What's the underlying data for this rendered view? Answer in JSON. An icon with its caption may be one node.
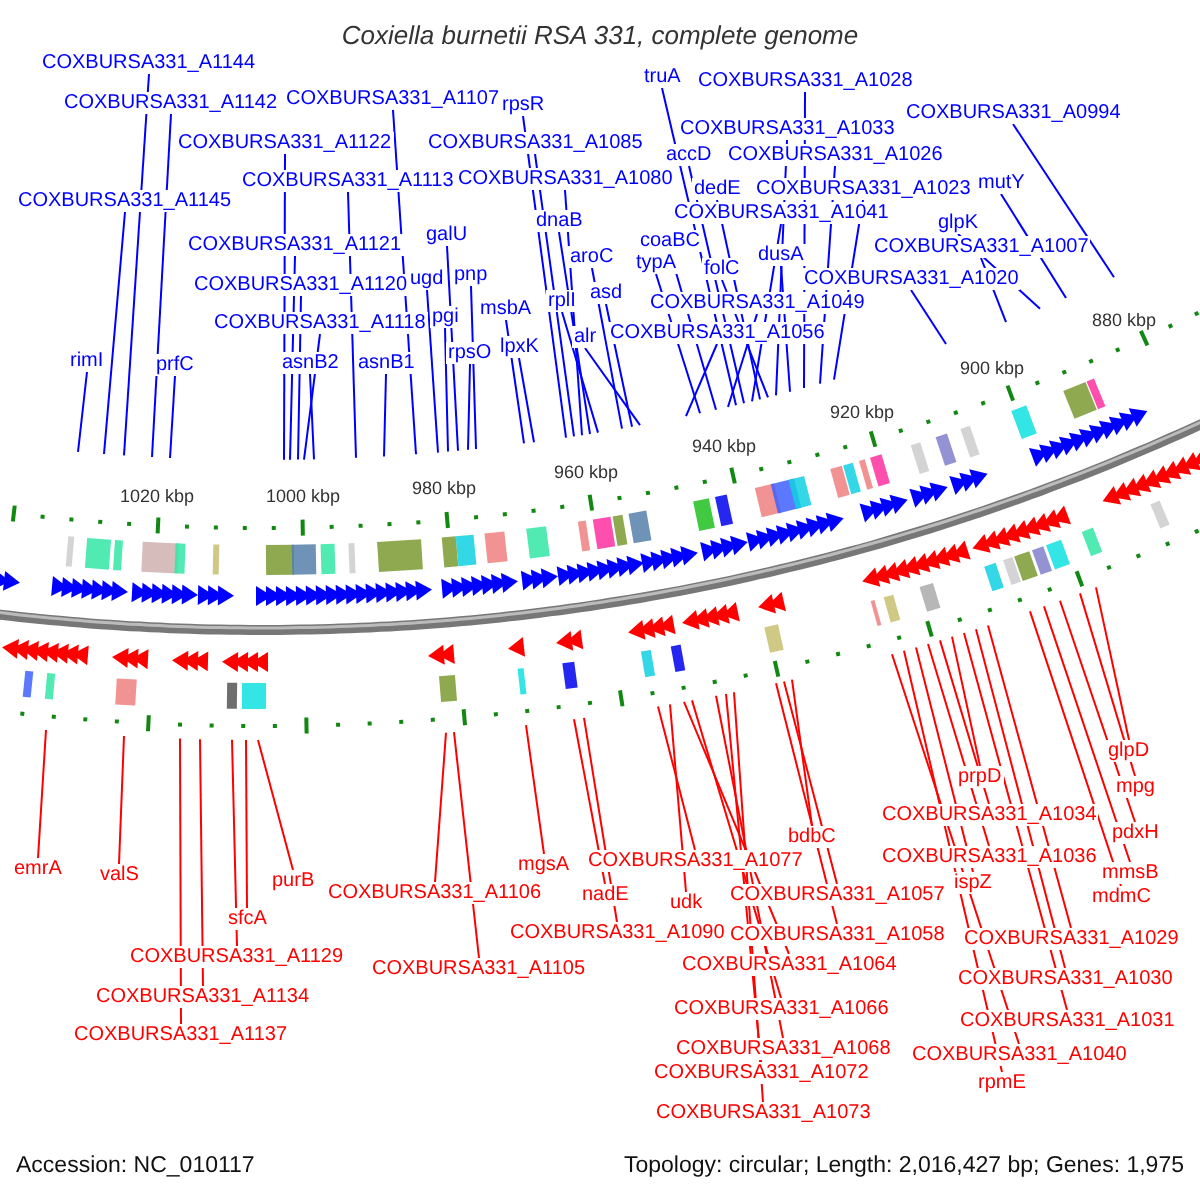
{
  "diagram": {
    "title": "Coxiella burnetii RSA 331, complete genome",
    "nodes": [
      {
        "text": [
          "COXBURSA331_A1144"
        ]
      },
      {
        "text": [
          "COXBURSA331_A1142"
        ]
      },
      {
        "text": [
          "COXBURSA331_A1145"
        ]
      },
      {
        "text": [
          "rimI"
        ]
      },
      {
        "text": [
          "prfC"
        ]
      },
      {
        "text": [
          "COXBURSA331_A1122"
        ]
      },
      {
        "text": [
          "COXBURSA331_A1121"
        ]
      },
      {
        "text": [
          "COXBURSA331_A1120"
        ]
      },
      {
        "text": [
          "COXBURSA331_A1118"
        ]
      },
      {
        "text": [
          "asnB2"
        ]
      },
      {
        "text": [
          "COXBURSA331_A1113"
        ]
      },
      {
        "text": [
          "asnB1"
        ]
      },
      {
        "text": [
          "COXBURSA331_A1107"
        ]
      },
      {
        "text": [
          "galU"
        ]
      },
      {
        "text": [
          "ugd"
        ]
      },
      {
        "text": [
          "pnp"
        ]
      },
      {
        "text": [
          "pgi"
        ]
      },
      {
        "text": [
          "msbA"
        ]
      },
      {
        "text": [
          "rpsO"
        ]
      },
      {
        "text": [
          "lpxK"
        ]
      },
      {
        "text": [
          "rpsR"
        ]
      },
      {
        "text": [
          "COXBURSA331_A1085"
        ]
      },
      {
        "text": [
          "COXBURSA331_A1080"
        ]
      },
      {
        "text": [
          "dnaB"
        ]
      },
      {
        "text": [
          "rplI"
        ]
      },
      {
        "text": [
          "aroC"
        ]
      },
      {
        "text": [
          "asd"
        ]
      },
      {
        "text": [
          "alr"
        ]
      },
      {
        "text": [
          "truA"
        ]
      },
      {
        "text": [
          "COXBURSA331_A1028"
        ]
      },
      {
        "text": [
          "COXBURSA331_A0994"
        ]
      },
      {
        "text": [
          "COXBURSA331_A1033"
        ]
      },
      {
        "text": [
          "accD"
        ]
      },
      {
        "text": [
          "COXBURSA331_A1026"
        ]
      },
      {
        "text": [
          "dedE"
        ]
      },
      {
        "text": [
          "COXBURSA331_A1023"
        ]
      },
      {
        "text": [
          "mutY"
        ]
      },
      {
        "text": [
          "COXBURSA331_A1041"
        ]
      },
      {
        "text": [
          "glpK"
        ]
      },
      {
        "text": [
          "coaBC"
        ]
      },
      {
        "text": [
          "typA"
        ]
      },
      {
        "text": [
          "folC"
        ]
      },
      {
        "text": [
          "dusA"
        ]
      },
      {
        "text": [
          "COXBURSA331_A1007"
        ]
      },
      {
        "text": [
          "COXBURSA331_A1020"
        ]
      },
      {
        "text": [
          "COXBURSA331_A1049"
        ]
      },
      {
        "text": [
          "COXBURSA331_A1056"
        ]
      },
      {
        "text": [
          "emrA"
        ]
      },
      {
        "text": [
          "valS"
        ]
      },
      {
        "text": [
          "purB"
        ]
      },
      {
        "text": [
          "sfcA"
        ]
      },
      {
        "text": [
          "COXBURSA331_A1129"
        ]
      },
      {
        "text": [
          "COXBURSA331_A1134"
        ]
      },
      {
        "text": [
          "COXBURSA331_A1137"
        ]
      },
      {
        "text": [
          "COXBURSA331_A1106"
        ]
      },
      {
        "text": [
          "COXBURSA331_A1105"
        ]
      },
      {
        "text": [
          "mgsA"
        ]
      },
      {
        "text": [
          "nadE"
        ]
      },
      {
        "text": [
          "COXBURSA331_A1090"
        ]
      },
      {
        "text": [
          "COXBURSA331_A1077"
        ]
      },
      {
        "text": [
          "udk"
        ]
      },
      {
        "text": [
          "bdbC"
        ]
      },
      {
        "text": [
          "COXBURSA331_A1057"
        ]
      },
      {
        "text": [
          "COXBURSA331_A1058"
        ]
      },
      {
        "text": [
          "COXBURSA331_A1064"
        ]
      },
      {
        "text": [
          "COXBURSA331_A1066"
        ]
      },
      {
        "text": [
          "COXBURSA331_A1068"
        ]
      },
      {
        "text": [
          "COXBURSA331_A1072"
        ]
      },
      {
        "text": [
          "COXBURSA331_A1073"
        ]
      },
      {
        "text": [
          "prpD"
        ]
      },
      {
        "text": [
          "COXBURSA331_A1034"
        ]
      },
      {
        "text": [
          "COXBURSA331_A1036"
        ]
      },
      {
        "text": [
          "ispZ"
        ]
      },
      {
        "text": [
          "COXBURSA331_A1029"
        ]
      },
      {
        "text": [
          "COXBURSA331_A1030"
        ]
      },
      {
        "text": [
          "COXBURSA331_A1031"
        ]
      },
      {
        "text": [
          "COXBURSA331_A1040"
        ]
      },
      {
        "text": [
          "rpmE"
        ]
      },
      {
        "text": [
          "glpD"
        ]
      },
      {
        "text": [
          "mpg"
        ]
      },
      {
        "text": [
          "pdxH"
        ]
      },
      {
        "text": [
          "mmsB"
        ]
      },
      {
        "text": [
          "mdmC"
        ]
      }
    ],
    "edges": [
      {
        "from": 0,
        "to": null,
        "arrow": "none"
      },
      {
        "from": 1,
        "to": null,
        "arrow": "none"
      },
      {
        "from": 2,
        "to": null,
        "arrow": "none"
      },
      {
        "from": 3,
        "to": null,
        "arrow": "none"
      },
      {
        "from": 4,
        "to": null,
        "arrow": "none"
      },
      {
        "from": 5,
        "to": null,
        "arrow": "none"
      },
      {
        "from": 6,
        "to": null,
        "arrow": "none"
      },
      {
        "from": 7,
        "to": null,
        "arrow": "none"
      },
      {
        "from": 8,
        "to": null,
        "arrow": "none"
      },
      {
        "from": 9,
        "to": null,
        "arrow": "none"
      },
      {
        "from": 10,
        "to": null,
        "arrow": "none"
      },
      {
        "from": 11,
        "to": null,
        "arrow": "none"
      },
      {
        "from": 12,
        "to": null,
        "arrow": "none"
      },
      {
        "from": 13,
        "to": null,
        "arrow": "none"
      },
      {
        "from": 14,
        "to": null,
        "arrow": "none"
      },
      {
        "from": 15,
        "to": null,
        "arrow": "none"
      },
      {
        "from": 16,
        "to": null,
        "arrow": "none"
      },
      {
        "from": 17,
        "to": null,
        "arrow": "none"
      },
      {
        "from": 18,
        "to": null,
        "arrow": "none"
      },
      {
        "from": 19,
        "to": null,
        "arrow": "none"
      },
      {
        "from": 20,
        "to": null,
        "arrow": "none"
      },
      {
        "from": 21,
        "to": null,
        "arrow": "none"
      },
      {
        "from": 22,
        "to": null,
        "arrow": "none"
      },
      {
        "from": 23,
        "to": null,
        "arrow": "none"
      },
      {
        "from": 24,
        "to": null,
        "arrow": "none"
      },
      {
        "from": 25,
        "to": null,
        "arrow": "none"
      },
      {
        "from": 26,
        "to": null,
        "arrow": "none"
      },
      {
        "from": 27,
        "to": null,
        "arrow": "none"
      },
      {
        "from": 28,
        "to": null,
        "arrow": "none"
      },
      {
        "from": 29,
        "to": null,
        "arrow": "none"
      },
      {
        "from": 30,
        "to": null,
        "arrow": "none"
      },
      {
        "from": 31,
        "to": null,
        "arrow": "none"
      },
      {
        "from": 32,
        "to": null,
        "arrow": "none"
      },
      {
        "from": 33,
        "to": null,
        "arrow": "none"
      },
      {
        "from": 34,
        "to": null,
        "arrow": "none"
      },
      {
        "from": 35,
        "to": null,
        "arrow": "none"
      },
      {
        "from": 36,
        "to": null,
        "arrow": "none"
      },
      {
        "from": 37,
        "to": null,
        "arrow": "none"
      },
      {
        "from": 38,
        "to": null,
        "arrow": "none"
      },
      {
        "from": 39,
        "to": null,
        "arrow": "none"
      },
      {
        "from": 40,
        "to": null,
        "arrow": "none"
      },
      {
        "from": 41,
        "to": null,
        "arrow": "none"
      },
      {
        "from": 42,
        "to": null,
        "arrow": "none"
      },
      {
        "from": 43,
        "to": null,
        "arrow": "none"
      },
      {
        "from": 44,
        "to": null,
        "arrow": "none"
      },
      {
        "from": 45,
        "to": null,
        "arrow": "none"
      },
      {
        "from": 46,
        "to": null,
        "arrow": "none"
      },
      {
        "from": 47,
        "to": null,
        "arrow": "none",
        "color": "#ff0000"
      },
      {
        "from": 48,
        "to": null,
        "arrow": "none",
        "color": "#ff0000"
      },
      {
        "from": 49,
        "to": null,
        "arrow": "none",
        "color": "#ff0000"
      },
      {
        "from": 50,
        "to": null,
        "arrow": "none",
        "color": "#ff0000"
      },
      {
        "from": 51,
        "to": null,
        "arrow": "none",
        "color": "#ff0000"
      },
      {
        "from": 52,
        "to": null,
        "arrow": "none",
        "color": "#ff0000"
      },
      {
        "from": 53,
        "to": null,
        "arrow": "none",
        "color": "#ff0000"
      },
      {
        "from": 54,
        "to": null,
        "arrow": "none",
        "color": "#ff0000"
      },
      {
        "from": 55,
        "to": null,
        "arrow": "none",
        "color": "#ff0000"
      },
      {
        "from": 56,
        "to": null,
        "arrow": "none",
        "color": "#ff0000"
      },
      {
        "from": 57,
        "to": null,
        "arrow": "none",
        "color": "#ff0000"
      },
      {
        "from": 58,
        "to": null,
        "arrow": "none",
        "color": "#ff0000"
      },
      {
        "from": 59,
        "to": null,
        "arrow": "none",
        "color": "#ff0000"
      },
      {
        "from": 60,
        "to": null,
        "arrow": "none",
        "color": "#ff0000"
      },
      {
        "from": 61,
        "to": null,
        "arrow": "none",
        "color": "#ff0000"
      },
      {
        "from": 62,
        "to": null,
        "arrow": "none",
        "color": "#ff0000"
      },
      {
        "from": 63,
        "to": null,
        "arrow": "none",
        "color": "#ff0000"
      },
      {
        "from": 64,
        "to": null,
        "arrow": "none",
        "color": "#ff0000"
      },
      {
        "from": 65,
        "to": null,
        "arrow": "none",
        "color": "#ff0000"
      },
      {
        "from": 66,
        "to": null,
        "arrow": "none",
        "color": "#ff0000"
      },
      {
        "from": 67,
        "to": null,
        "arrow": "none",
        "color": "#ff0000"
      },
      {
        "from": 68,
        "to": null,
        "arrow": "none",
        "color": "#ff0000"
      },
      {
        "from": 69,
        "to": null,
        "arrow": "none",
        "color": "#ff0000"
      },
      {
        "from": 70,
        "to": null,
        "arrow": "none",
        "color": "#ff0000"
      },
      {
        "from": 71,
        "to": null,
        "arrow": "none",
        "color": "#ff0000"
      },
      {
        "from": 72,
        "to": null,
        "arrow": "none",
        "color": "#ff0000"
      },
      {
        "from": 73,
        "to": null,
        "arrow": "none",
        "color": "#ff0000"
      },
      {
        "from": 74,
        "to": null,
        "arrow": "none",
        "color": "#ff0000"
      },
      {
        "from": 75,
        "to": null,
        "arrow": "none",
        "color": "#ff0000"
      },
      {
        "from": 76,
        "to": null,
        "arrow": "none",
        "color": "#ff0000"
      },
      {
        "from": 77,
        "to": null,
        "arrow": "none",
        "color": "#ff0000"
      },
      {
        "from": 78,
        "to": null,
        "arrow": "none",
        "color": "#ff0000"
      },
      {
        "from": 79,
        "to": null,
        "arrow": "none",
        "color": "#ff0000"
      },
      {
        "from": 80,
        "to": null,
        "arrow": "none",
        "color": "#ff0000"
      },
      {
        "from": 81,
        "to": null,
        "arrow": "none",
        "color": "#ff0000"
      },
      {
        "from": 82,
        "to": null,
        "arrow": "none",
        "color": "#ff0000"
      }
    ],
    "labels": [
      "880 kbp",
      "900 kbp",
      "920 kbp",
      "940 kbp",
      "960 kbp",
      "980 kbp",
      "1000 kbp",
      "1020 kbp",
      "Accession: NC_010117",
      "Topology: circular; Length: 2,016,427 bp; Genes: 1,975"
    ]
  }
}
